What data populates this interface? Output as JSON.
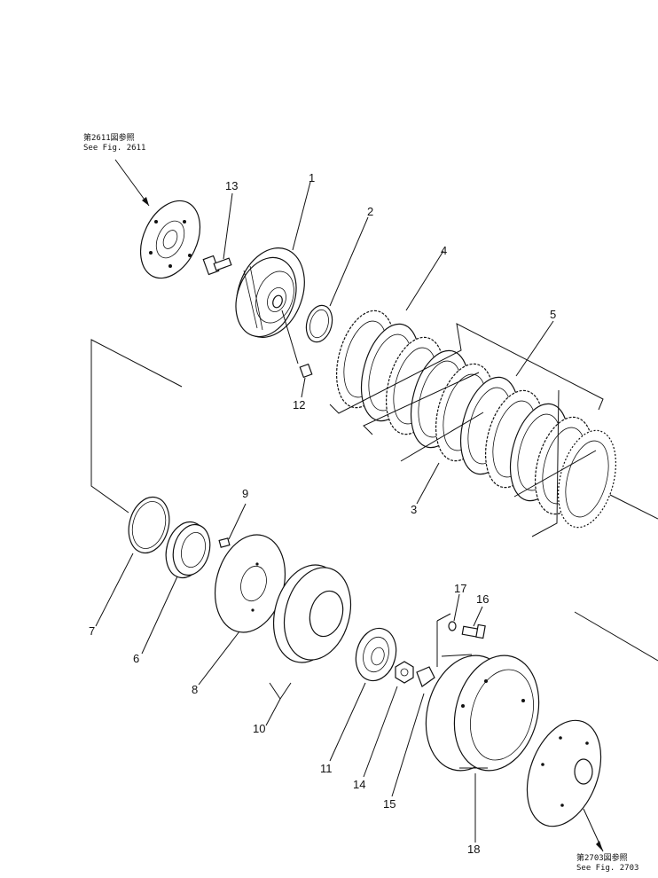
{
  "diagram": {
    "refs": {
      "top": {
        "line1": "第2611図参照",
        "line2": "See Fig. 2611"
      },
      "bottom": {
        "line1": "第2703図参照",
        "line2": "See Fig. 2703"
      }
    },
    "parts": {
      "p1": "1",
      "p2": "2",
      "p3": "3",
      "p4": "4",
      "p5": "5",
      "p6": "6",
      "p7": "7",
      "p8": "8",
      "p9": "9",
      "p10": "10",
      "p11": "11",
      "p12": "12",
      "p13": "13",
      "p14": "14",
      "p15": "15",
      "p16": "16",
      "p17": "17",
      "p18": "18"
    }
  }
}
